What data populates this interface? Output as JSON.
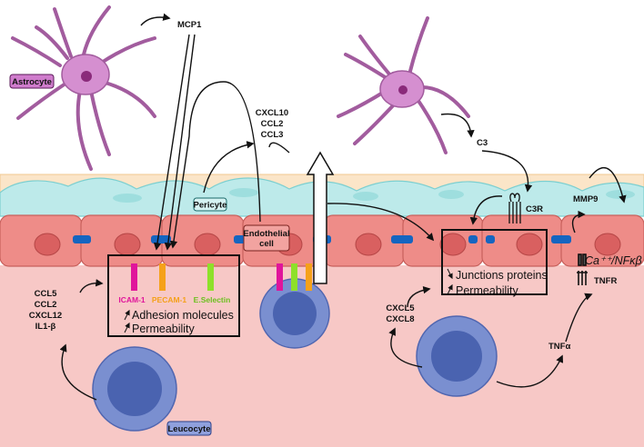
{
  "labels": {
    "astrocyte": "Astrocyte",
    "mcp1": "MCP1",
    "cxcl10": "CXCL10",
    "ccl2_top": "CCL2",
    "ccl3": "CCL3",
    "c3": "C3",
    "c3r": "C3R",
    "pericyte": "Pericyte",
    "endothelial_1": "Endothelial",
    "endothelial_2": "cell",
    "mmp9": "MMP9",
    "ca_nfkb": "Ca⁺⁺/NFκβ",
    "tnfr": "TNFR",
    "icam": "ICAM-1",
    "pecam": "PECAM-1",
    "eselectin": "E.Selectin",
    "adhesion": "Adhesion molecules",
    "permeability_left": "Permeability",
    "junctions": "Junctions proteins",
    "permeability_right": "Permeability",
    "ccl5": "CCL5",
    "ccl2_left": "CCL2",
    "cxcl12": "CXCL12",
    "il1b": "IL1-β",
    "cxcl5": "CXCL5",
    "cxcl8": "CXCL8",
    "tnfa": "TNFα",
    "leucocyte": "Leucocyte"
  },
  "colors": {
    "astrocyte": "#d58fd0",
    "astrocyte_nucleus": "#8a2a7a",
    "blood": "#f7c8c6",
    "basement": "#fbe5c8",
    "pericyte": "#bdeaea",
    "endothelial": "#ee8c88",
    "endo_nucleus": "#d96060",
    "junction": "#1565c0",
    "leucocyte_outer": "#7a8fd0",
    "leucocyte_inner": "#3f5aa8",
    "icam": "#e0159b",
    "pecam": "#f5a11a",
    "eselectin": "#8ee02a"
  }
}
